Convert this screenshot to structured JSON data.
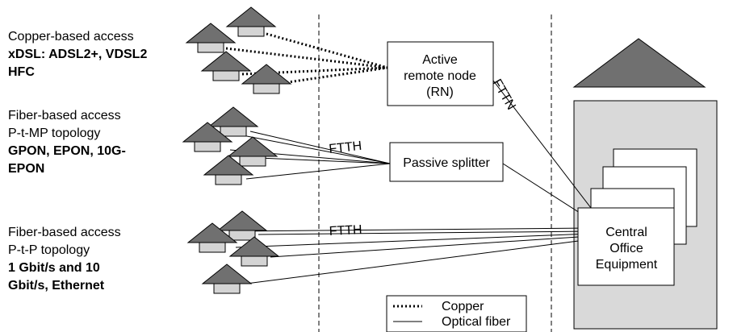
{
  "groups": [
    {
      "line1": "Copper-based access",
      "line2": "xDSL: ADSL2+, VDSL2",
      "line3": "HFC"
    },
    {
      "line1": "Fiber-based access",
      "line2": "P-t-MP topology",
      "line3": "GPON, EPON, 10G-",
      "line4": "EPON"
    },
    {
      "line1": "Fiber-based access",
      "line2": "P-t-P topology",
      "line3": "1 Gbit/s and 10",
      "line4": "Gbit/s, Ethernet"
    }
  ],
  "nodes": {
    "remote_node": {
      "line1": "Active",
      "line2": "remote node",
      "line3": "(RN)"
    },
    "splitter": {
      "label": "Passive splitter"
    },
    "central_office": {
      "line1": "Central",
      "line2": "Office",
      "line3": "Equipment"
    }
  },
  "link_labels": {
    "fttn": "FTTN",
    "ftth_1": "FTTH",
    "ftth_2": "FTTH"
  },
  "legend": {
    "copper": "Copper",
    "fiber": "Optical fiber"
  },
  "colors": {
    "roof": "#707070",
    "house_body": "#d4d4d4",
    "building_fill": "#d9d9d9",
    "line": "#000000"
  },
  "icons": {
    "house": "house-icon",
    "building": "building-icon"
  }
}
